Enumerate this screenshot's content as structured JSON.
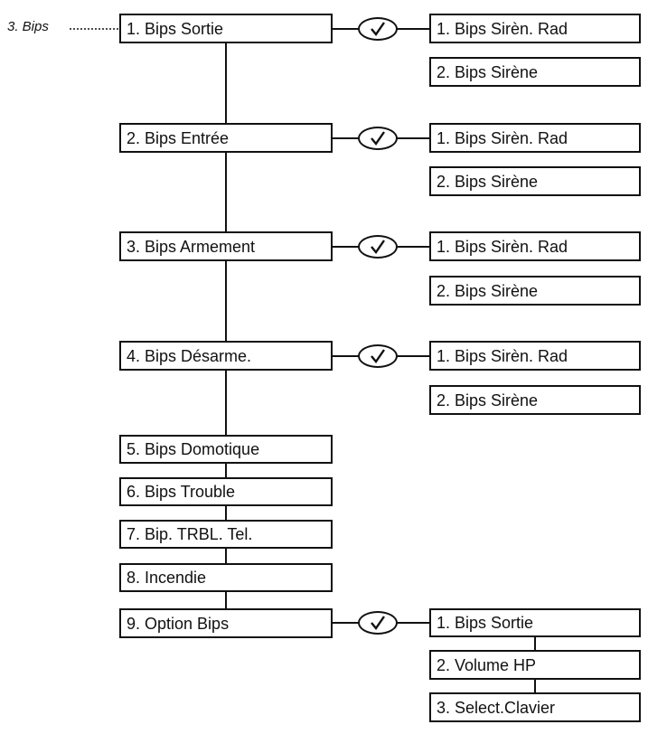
{
  "section_label": "3. Bips",
  "menu": [
    {
      "label": "1. Bips Sortie",
      "options": [
        "1. Bips Sirèn. Rad",
        "2. Bips Sirène"
      ]
    },
    {
      "label": "2. Bips Entrée",
      "options": [
        "1. Bips Sirèn. Rad",
        "2. Bips Sirène"
      ]
    },
    {
      "label": "3. Bips Armement",
      "options": [
        "1. Bips Sirèn. Rad",
        "2. Bips Sirène"
      ]
    },
    {
      "label": "4. Bips Désarme.",
      "options": [
        "1. Bips Sirèn. Rad",
        "2. Bips Sirène"
      ]
    },
    {
      "label": "5. Bips Domotique"
    },
    {
      "label": "6. Bips Trouble"
    },
    {
      "label": "7. Bip. TRBL. Tel."
    },
    {
      "label": "8. Incendie"
    },
    {
      "label": "9. Option Bips",
      "options": [
        "1. Bips Sortie",
        "2. Volume HP",
        "3. Select.Clavier"
      ]
    }
  ],
  "icons": {
    "confirm": "check-icon"
  },
  "colors": {
    "line": "#111111",
    "background": "#ffffff"
  }
}
